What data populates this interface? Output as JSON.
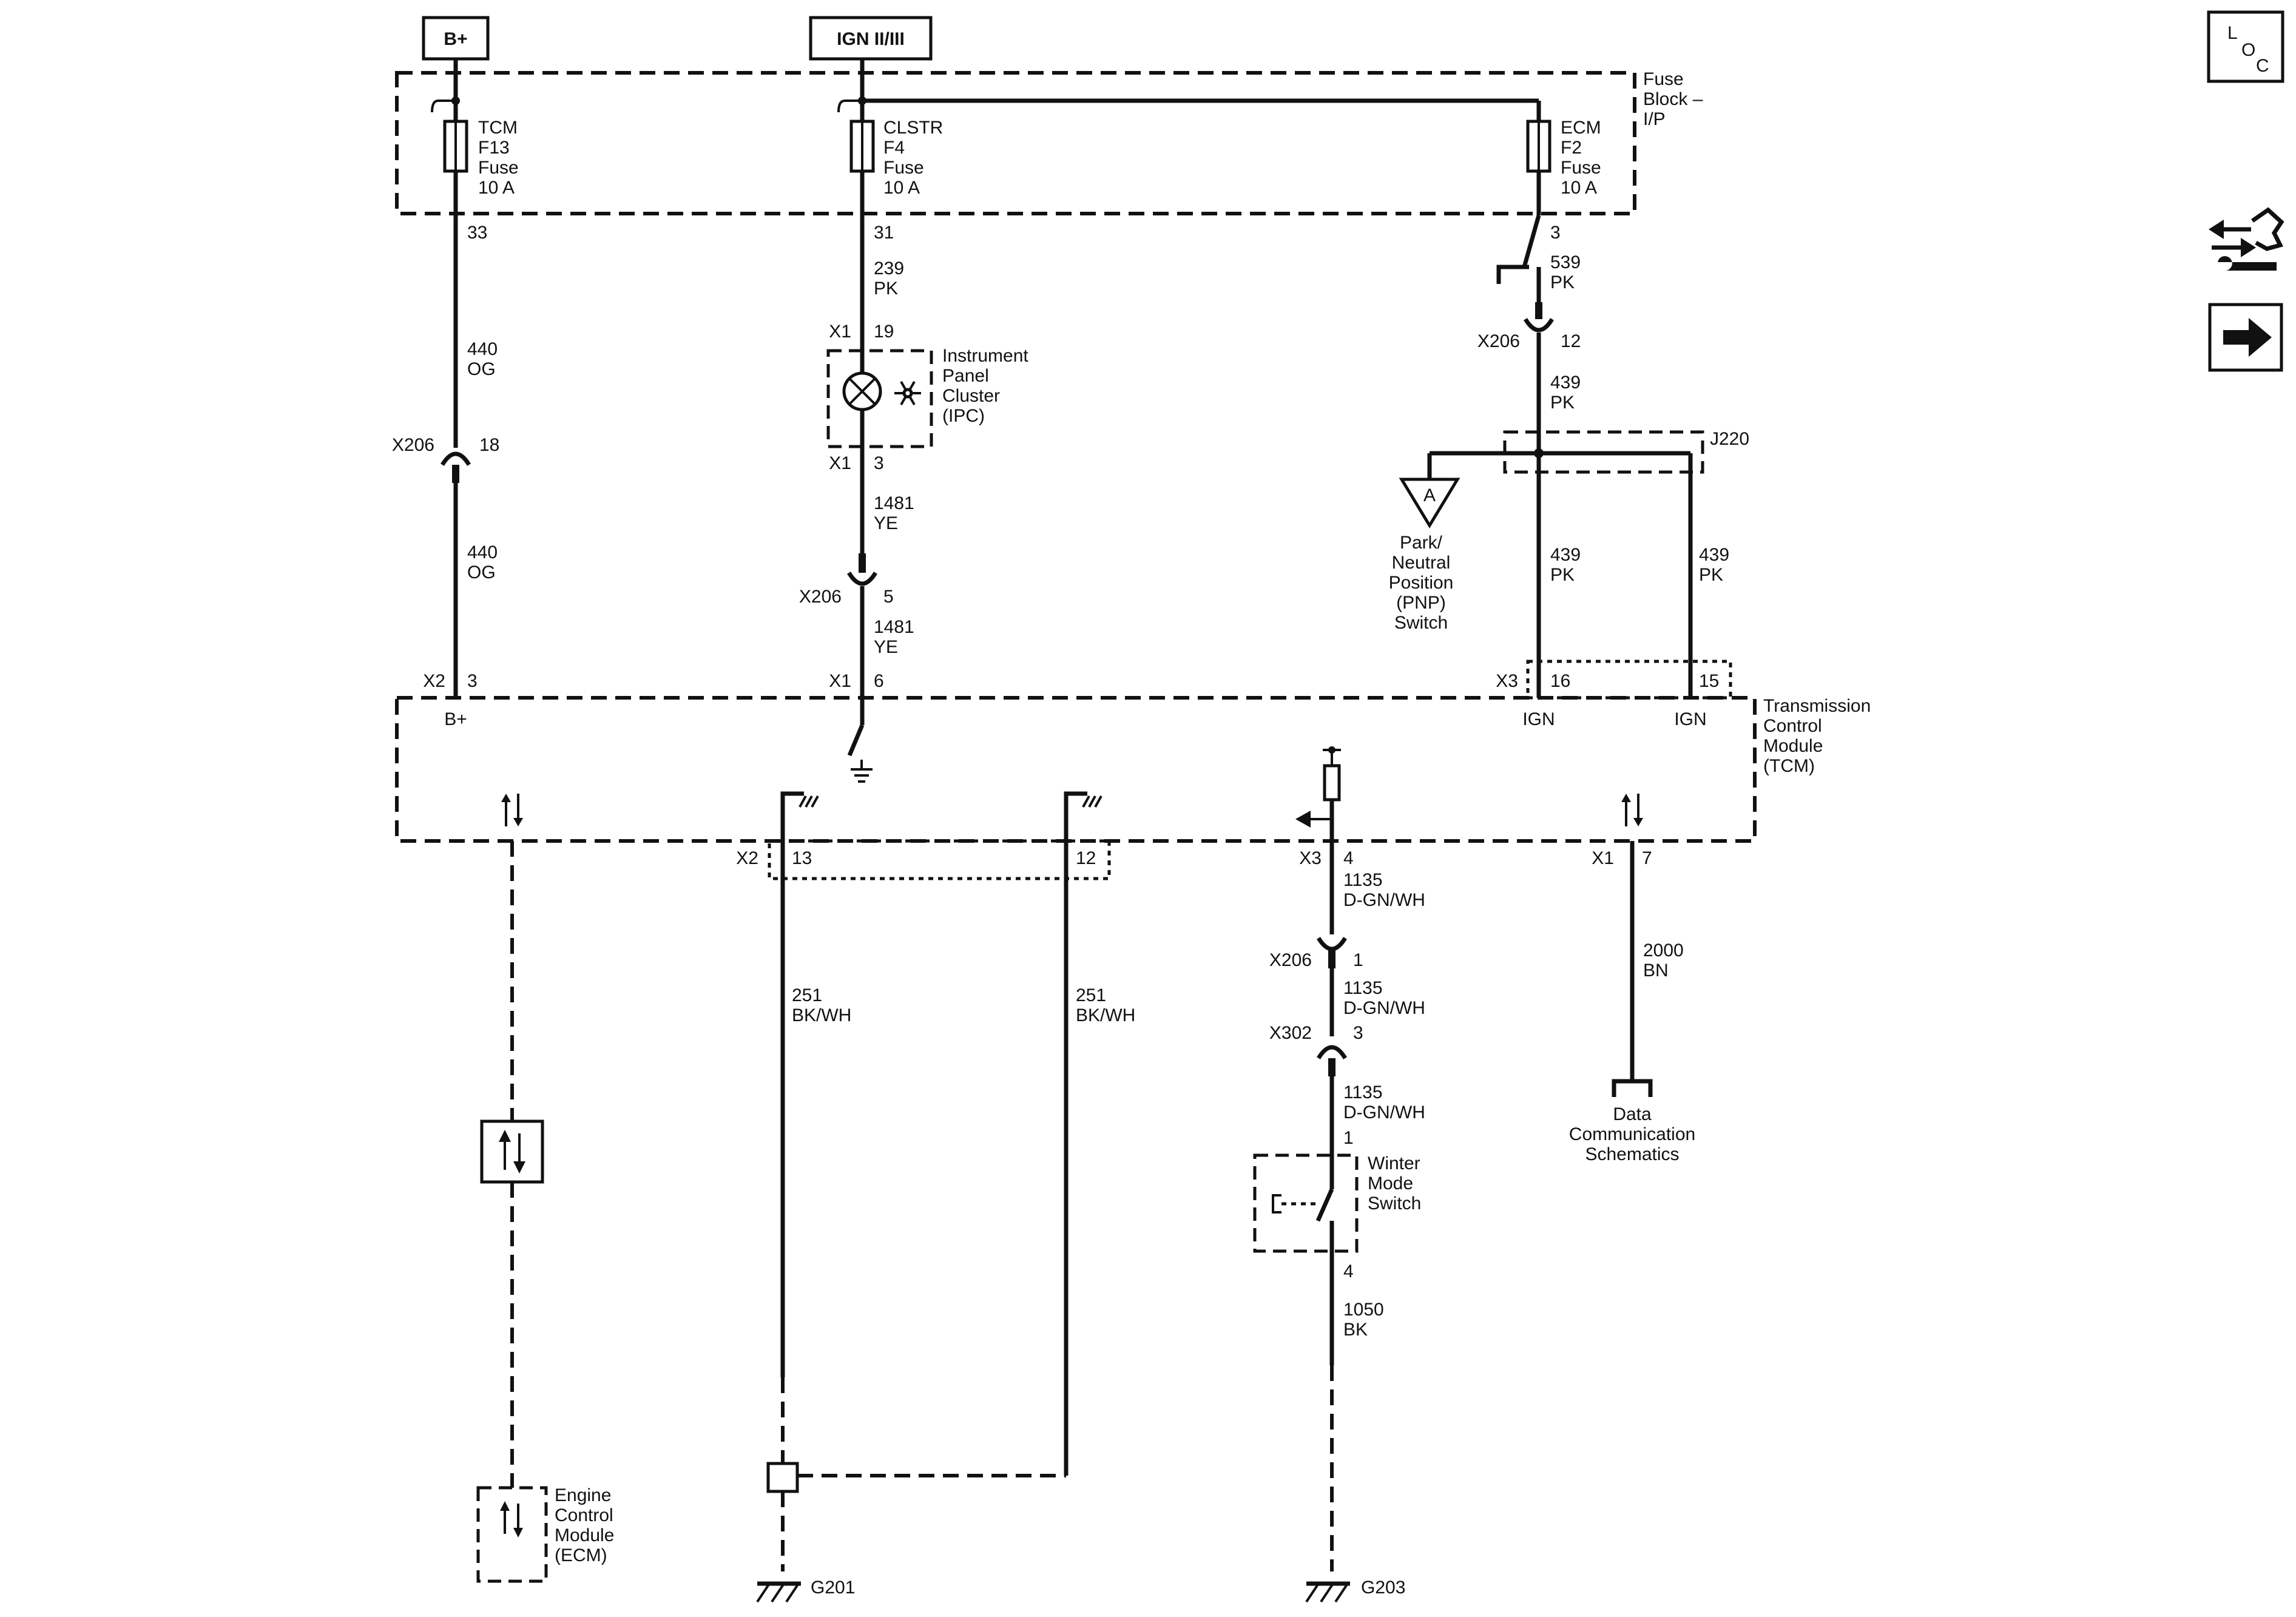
{
  "power_sources": {
    "b_plus": "B+",
    "ign": "IGN II/III"
  },
  "fuse_block": {
    "label_1": "Fuse",
    "label_2": "Block –",
    "label_3": "I/P"
  },
  "fuses": {
    "tcm": {
      "name": "TCM",
      "id": "F13",
      "type": "Fuse",
      "rating": "10 A",
      "pin": "33"
    },
    "clstr": {
      "name": "CLSTR",
      "id": "F4",
      "type": "Fuse",
      "rating": "10 A",
      "pin": "31"
    },
    "ecm": {
      "name": "ECM",
      "id": "F2",
      "type": "Fuse",
      "rating": "10 A",
      "pin": "3"
    }
  },
  "wires": {
    "w440a": {
      "circuit": "440",
      "color": "OG"
    },
    "w440b": {
      "circuit": "440",
      "color": "OG"
    },
    "w239": {
      "circuit": "239",
      "color": "PK"
    },
    "w1481a": {
      "circuit": "1481",
      "color": "YE"
    },
    "w1481b": {
      "circuit": "1481",
      "color": "YE"
    },
    "w539": {
      "circuit": "539",
      "color": "PK"
    },
    "w439a": {
      "circuit": "439",
      "color": "PK"
    },
    "w439b": {
      "circuit": "439",
      "color": "PK"
    },
    "w439c": {
      "circuit": "439",
      "color": "PK"
    },
    "w251a": {
      "circuit": "251",
      "color": "BK/WH"
    },
    "w251b": {
      "circuit": "251",
      "color": "BK/WH"
    },
    "w1135a": {
      "circuit": "1135",
      "color": "D-GN/WH"
    },
    "w1135b": {
      "circuit": "1135",
      "color": "D-GN/WH"
    },
    "w1135c": {
      "circuit": "1135",
      "color": "D-GN/WH"
    },
    "w2000": {
      "circuit": "2000",
      "color": "BN"
    },
    "w1050": {
      "circuit": "1050",
      "color": "BK"
    }
  },
  "connectors": {
    "x206_18": {
      "name": "X206",
      "pin": "18"
    },
    "x206_5": {
      "name": "X206",
      "pin": "5"
    },
    "x206_12": {
      "name": "X206",
      "pin": "12"
    },
    "x206_1": {
      "name": "X206",
      "pin": "1"
    },
    "x302_3": {
      "name": "X302",
      "pin": "3"
    },
    "ipc_x1_19": {
      "name": "X1",
      "pin": "19"
    },
    "ipc_x1_3": {
      "name": "X1",
      "pin": "3"
    },
    "tcm_x2_3": {
      "name": "X2",
      "pin": "3"
    },
    "tcm_x1_6": {
      "name": "X1",
      "pin": "6"
    },
    "tcm_x3_16": {
      "name": "X3",
      "pin": "16"
    },
    "tcm_x3_15": {
      "pin": "15"
    },
    "tcm_x2_13": {
      "name": "X2",
      "pin": "13"
    },
    "tcm_x2_12": {
      "pin": "12"
    },
    "tcm_x3_4": {
      "name": "X3",
      "pin": "4"
    },
    "tcm_x1_7": {
      "name": "X1",
      "pin": "7"
    },
    "switch_pin_1": "1",
    "switch_pin_4": "4"
  },
  "splice": {
    "name": "J220"
  },
  "components": {
    "ipc": [
      "Instrument",
      "Panel",
      "Cluster",
      "(IPC)"
    ],
    "pnp": [
      "Park/",
      "Neutral",
      "Position",
      "(PNP)",
      "Switch"
    ],
    "pnp_ref": "A",
    "tcm": [
      "Transmission",
      "Control",
      "Module",
      "(TCM)"
    ],
    "tcm_bplus": "B+",
    "tcm_ign_1": "IGN",
    "tcm_ign_2": "IGN",
    "data_comm": [
      "Data",
      "Communication",
      "Schematics"
    ],
    "winter": [
      "Winter",
      "Mode",
      "Switch"
    ],
    "ecm": [
      "Engine",
      "Control",
      "Module",
      "(ECM)"
    ]
  },
  "grounds": {
    "g201": "G201",
    "g203": "G203"
  },
  "side_icons": {
    "loc_l": "L",
    "loc_o": "O",
    "loc_c": "C"
  },
  "icons": [
    "loc-icon",
    "service-tools-icon",
    "next-page-arrow-icon",
    "bulb-icon",
    "snowflake-icon",
    "ground-icon",
    "serial-data-icon",
    "fuse-icon"
  ]
}
